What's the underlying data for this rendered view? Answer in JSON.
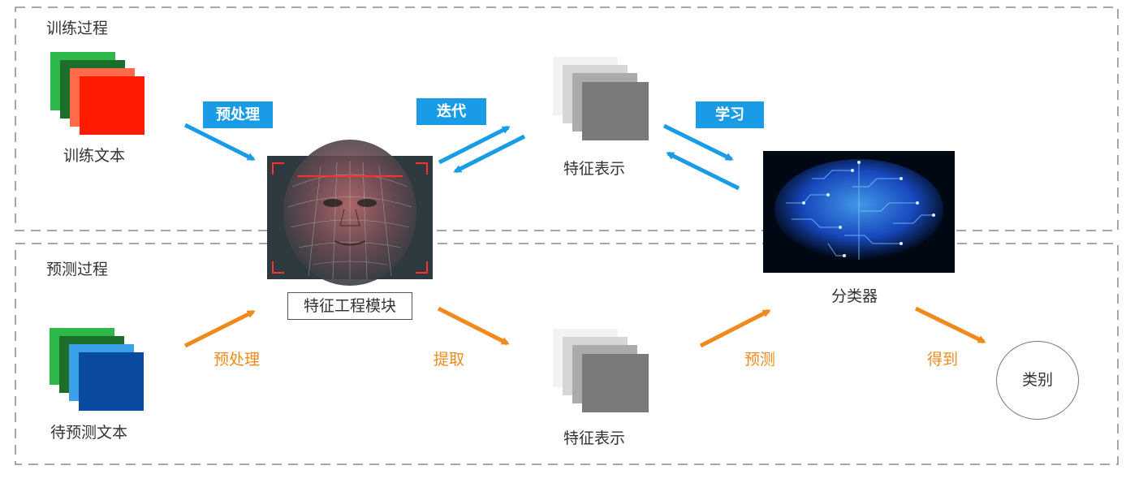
{
  "sections": {
    "training": {
      "title": "训练过程"
    },
    "prediction": {
      "title": "预测过程"
    }
  },
  "nodes": {
    "training_text": "训练文本",
    "predict_text": "待预测文本",
    "feature_module": "特征工程模块",
    "feature_repr_top": "特征表示",
    "feature_repr_bottom": "特征表示",
    "classifier": "分类器",
    "category": "类别"
  },
  "edges": {
    "preprocess_top": "预处理",
    "iterate": "迭代",
    "learn": "学习",
    "preprocess_bottom": "预处理",
    "extract": "提取",
    "predict": "预测",
    "obtain": "得到"
  },
  "colors": {
    "blue_arrow": "#1a9be6",
    "orange_arrow": "#f08a1e",
    "dashed_border": "#8a8a8a"
  }
}
